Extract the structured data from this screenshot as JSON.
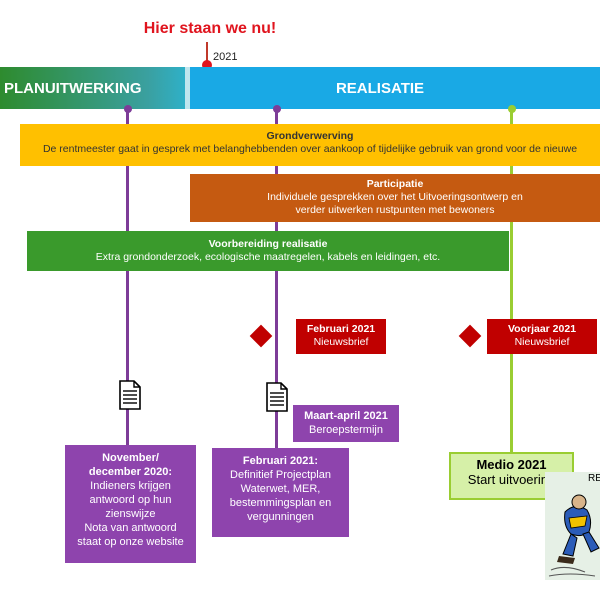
{
  "now": {
    "label": "Hier staan we nu!",
    "year": "2021"
  },
  "phases": {
    "plan": "PLANUITWERKING",
    "realisatie": "REALISATIE"
  },
  "bars": {
    "grondverwerving": {
      "title": "Grondverwerving",
      "text": "De rentmeester gaat in gesprek met belanghebbenden over aankoop of tijdelijke gebruik van grond voor de nieuwe"
    },
    "participatie": {
      "title": "Participatie",
      "line1": "Individuele gesprekken over het Uitvoeringsontwerp en",
      "line2": "verder uitwerken rustpunten met bewoners"
    },
    "voorbereiding": {
      "title": "Voorbereiding realisatie",
      "text": "Extra grondonderzoek, ecologische maatregelen, kabels en leidingen, etc."
    }
  },
  "newsletters": [
    {
      "date": "Februari 2021",
      "label": "Nieuwsbrief"
    },
    {
      "date": "Voorjaar 2021",
      "label": "Nieuwsbrief"
    }
  ],
  "milestones": {
    "november": {
      "title1": "November/",
      "title2": "december 2020:",
      "l1": "Indieners krijgen",
      "l2": "antwoord op hun",
      "l3": "zienswijze",
      "l4": "Nota van antwoord",
      "l5": "staat op onze website"
    },
    "februari": {
      "title": "Februari 2021:",
      "l1": "Definitief Projectplan",
      "l2": "Waterwet, MER,",
      "l3": "bestemmingsplan en",
      "l4": "vergunningen"
    },
    "beroep": {
      "title": "Maart-april 2021",
      "label": "Beroepstermijn"
    },
    "start": {
      "title": "Medio 2021",
      "label": "Start uitvoering"
    }
  },
  "illustration": {
    "text": "RE"
  },
  "colors": {
    "now": "#e0141e",
    "purple": "#8e44ad",
    "orange": "#c55a11",
    "yellow": "#ffc000",
    "green": "#3a9a2c",
    "red": "#c00000",
    "blue": "#19a9e5",
    "lime": "#9acd32"
  },
  "icons": [
    "document-icon",
    "diamond-icon",
    "worker-icon"
  ]
}
